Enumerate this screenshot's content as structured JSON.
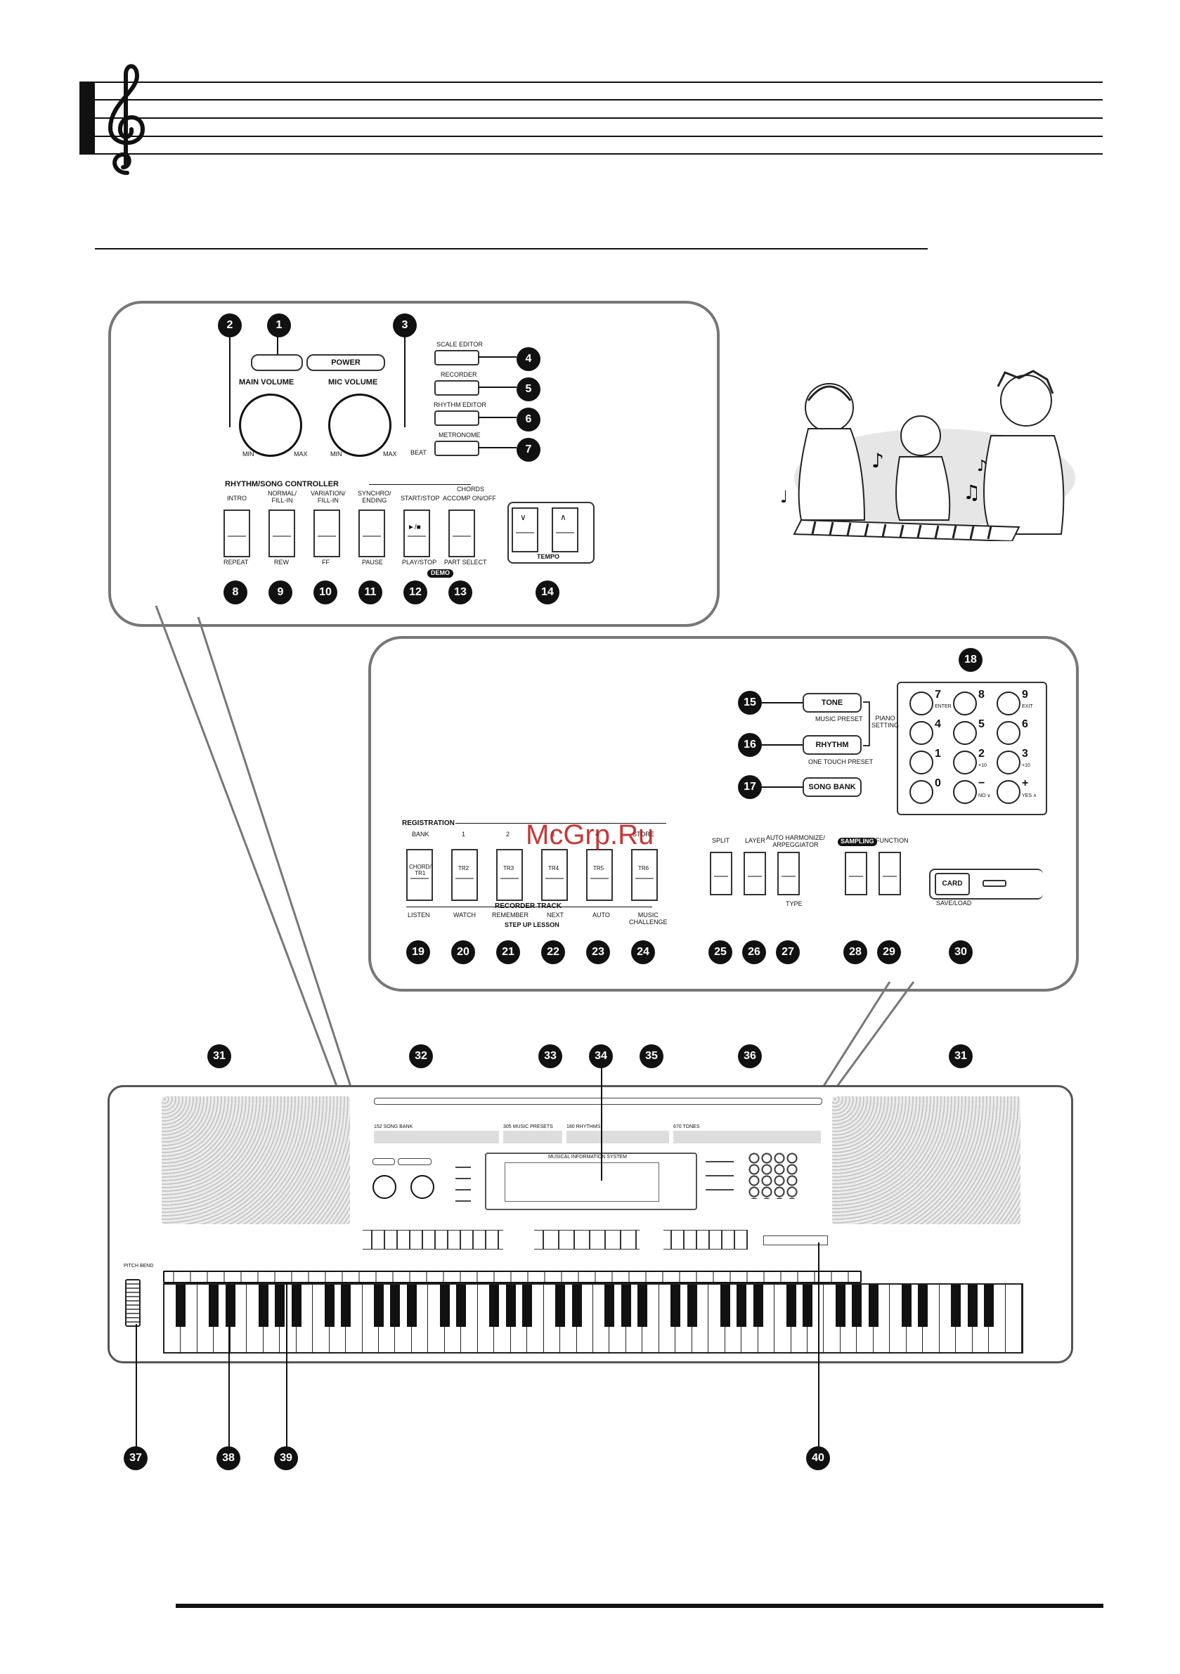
{
  "watermark": "McGrp.Ru",
  "panel_top": {
    "power_label": "POWER",
    "main_volume_label": "MAIN VOLUME",
    "mic_volume_label": "MIC VOLUME",
    "min_label": "MIN",
    "max_label": "MAX",
    "right_buttons": [
      "SCALE EDITOR",
      "RECORDER",
      "RHYTHM EDITOR",
      "METRONOME"
    ],
    "beat_label": "BEAT",
    "rhythm_controller_label": "RHYTHM/SONG CONTROLLER",
    "chords_label": "CHORDS",
    "controller_buttons": [
      {
        "top": "INTRO",
        "bottom": "REPEAT"
      },
      {
        "top": "NORMAL/\nFILL-IN",
        "bottom": "REW"
      },
      {
        "top": "VARIATION/\nFILL-IN",
        "bottom": "FF"
      },
      {
        "top": "SYNCHRO/\nENDING",
        "bottom": "PAUSE"
      },
      {
        "top": "START/STOP",
        "bottom": "PLAY/STOP"
      },
      {
        "top": "ACCOMP ON/OFF",
        "bottom": "PART SELECT"
      }
    ],
    "demo_label": "DEMO",
    "tempo_label": "TEMPO",
    "badges_left": [
      "2",
      "1",
      "3"
    ],
    "badges_right": [
      "4",
      "5",
      "6",
      "7"
    ],
    "badges_bottom": [
      "8",
      "9",
      "10",
      "11",
      "12",
      "13",
      "14"
    ]
  },
  "panel_middle": {
    "tone_label": "TONE",
    "music_preset_label": "MUSIC PRESET",
    "rhythm_label": "RHYTHM",
    "one_touch_label": "ONE TOUCH PRESET",
    "song_bank_label": "SONG BANK",
    "piano_setting_label": "PIANO\nSETTING",
    "numpad": [
      {
        "n": "7",
        "s": "ENTER"
      },
      {
        "n": "8",
        "s": ""
      },
      {
        "n": "9",
        "s": "EXIT"
      },
      {
        "n": "4",
        "s": ""
      },
      {
        "n": "5",
        "s": ""
      },
      {
        "n": "6",
        "s": ""
      },
      {
        "n": "1",
        "s": ""
      },
      {
        "n": "2",
        "s": "×10"
      },
      {
        "n": "3",
        "s": "×10"
      },
      {
        "n": "0",
        "s": ""
      },
      {
        "n": "−",
        "s": "NO ∨"
      },
      {
        "n": "+",
        "s": "YES ∧"
      }
    ],
    "registration_label": "REGISTRATION",
    "bank_label": "BANK",
    "reg_numbers": [
      "1",
      "2",
      "3",
      "4",
      "STORE"
    ],
    "tr_buttons": [
      "CHORD/\nTR1",
      "TR2",
      "TR3",
      "TR4",
      "TR5",
      "TR6"
    ],
    "recorder_track_label": "RECORDER TRACK",
    "step_up_label": "STEP UP LESSON",
    "lesson_labels": [
      "LISTEN",
      "WATCH",
      "REMEMBER",
      "NEXT",
      "AUTO",
      "MUSIC\nCHALLENGE"
    ],
    "split_label": "SPLIT",
    "layer_label": "LAYER",
    "auto_harmonize_label": "AUTO HARMONIZE/\nARPEGGIATOR",
    "type_label": "TYPE",
    "sampling_label": "SAMPLING",
    "function_label": "FUNCTION",
    "card_label": "CARD",
    "save_load_label": "SAVE/LOAD",
    "badges": [
      "15",
      "16",
      "17",
      "18",
      "19",
      "20",
      "21",
      "22",
      "23",
      "24",
      "25",
      "26",
      "27",
      "28",
      "29",
      "30"
    ]
  },
  "keyboard": {
    "top_badges": [
      "31",
      "32",
      "33",
      "34",
      "35",
      "36",
      "31"
    ],
    "bottom_badges": [
      "37",
      "38",
      "39",
      "40"
    ],
    "strip_labels": [
      "152 SONG BANK",
      "305 MUSIC PRESETS",
      "180 RHYTHMS",
      "670 TONES"
    ],
    "display_label": "MUSICAL INFORMATION SYSTEM",
    "pitch_bend_label": "PITCH BEND",
    "white_key_count": 52
  }
}
